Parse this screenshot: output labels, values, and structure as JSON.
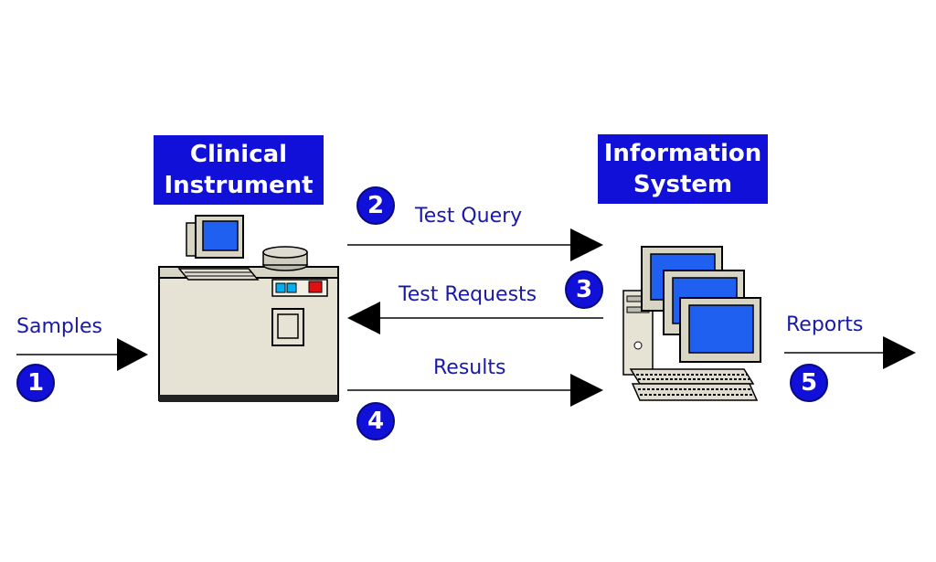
{
  "clinical_instrument": {
    "title_line1": "Clinical",
    "title_line2": "Instrument"
  },
  "information_system": {
    "title_line1": "Information",
    "title_line2": "System"
  },
  "flows": {
    "samples": {
      "label": "Samples",
      "step": "1"
    },
    "test_query": {
      "label": "Test Query",
      "step": "2"
    },
    "test_requests": {
      "label": "Test Requests",
      "step": "3"
    },
    "results": {
      "label": "Results",
      "step": "4"
    },
    "reports": {
      "label": "Reports",
      "step": "5"
    }
  },
  "colors": {
    "accent": "#1010d8",
    "line": "#000000"
  }
}
